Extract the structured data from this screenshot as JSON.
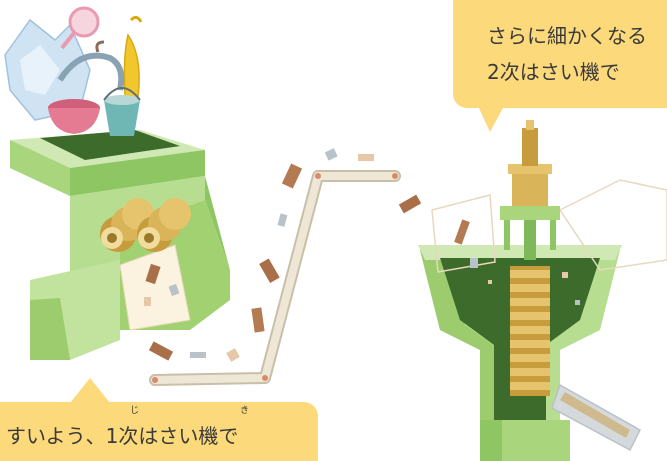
{
  "callout_top": {
    "line1": "さらに細かくなる",
    "line2": "2次はさい機で"
  },
  "callout_bottom": {
    "line1": "すいよう、1次はさい機で",
    "ruby_ji": "じ",
    "ruby_ki": "き"
  },
  "colors": {
    "bubble": "#fcd97a",
    "crusher_green": "#a9d67c",
    "crusher_green_dark": "#7fb858",
    "gear_gold": "#d9b458",
    "conveyor": "#efe7d6",
    "conveyor_edge": "#c9bfa9",
    "rubble": "#b47a52"
  },
  "icons": [
    "primary-crusher-illustration",
    "conveyor-belt-illustration",
    "secondary-crusher-illustration",
    "waste-objects-illustration"
  ]
}
